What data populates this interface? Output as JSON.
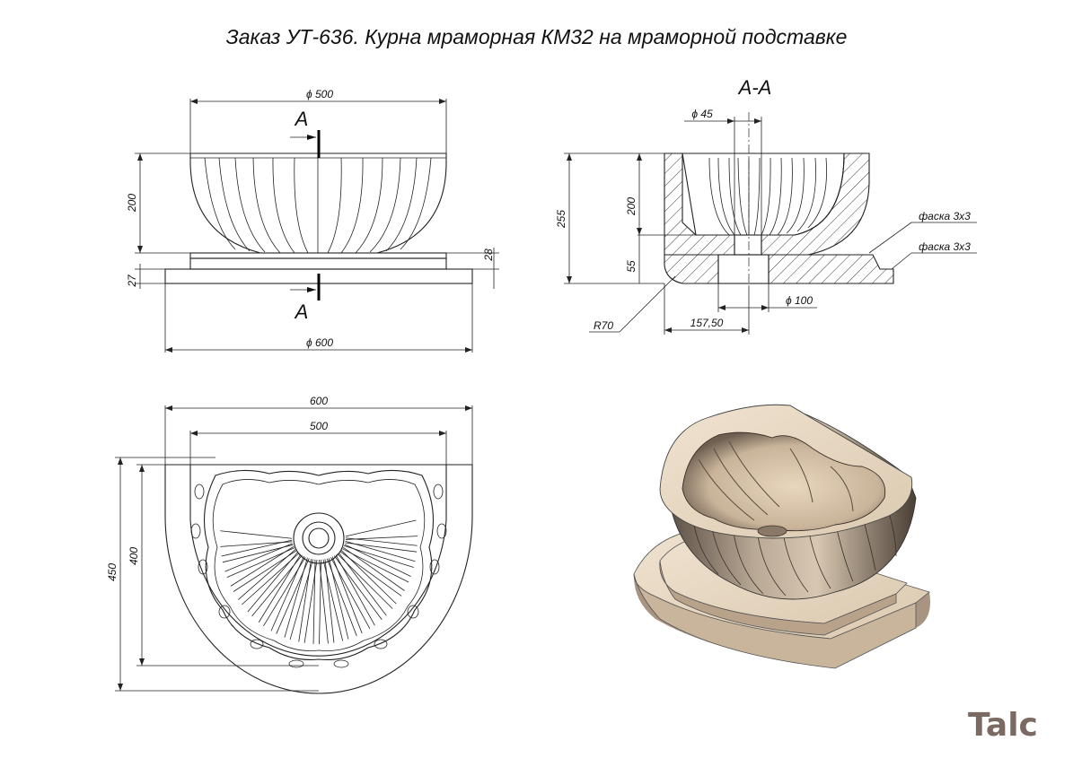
{
  "title": "Заказ УТ-636. Курна мраморная КМ32 на мраморной подставке",
  "front_view": {
    "top_diameter": "ϕ 500",
    "base_diameter": "ϕ 600",
    "height": "200",
    "plinth_height": "27",
    "plinth_step": "28",
    "section_mark_top": "A",
    "section_mark_bottom": "A"
  },
  "section_view": {
    "label": "A-A",
    "drain_diameter": "ϕ 45",
    "total_height": "255",
    "bowl_height": "200",
    "base_height": "55",
    "radius": "R70",
    "offset": "157,50",
    "outlet_diameter": "ϕ 100",
    "chamfer_1": "фаска 3х3",
    "chamfer_2": "фаска 3х3"
  },
  "top_view": {
    "width_outer": "600",
    "width_inner": "500",
    "depth_outer": "450",
    "depth_inner": "400"
  },
  "logo": "Talc",
  "colors": {
    "line": "#222222",
    "marble_light": "#e9d8c2",
    "marble_dark": "#8a7a68",
    "logo": "#7a6a62"
  }
}
